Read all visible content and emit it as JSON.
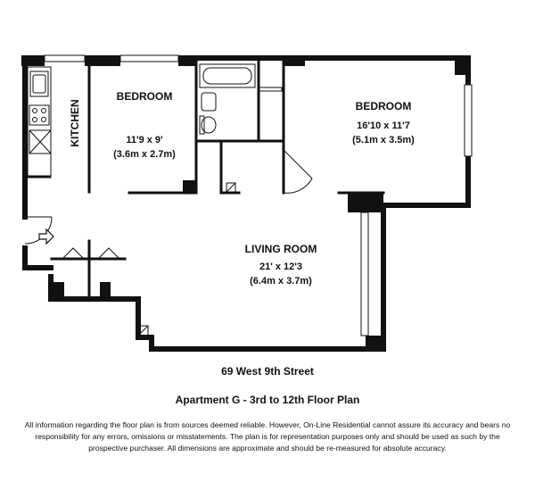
{
  "rooms": {
    "kitchen": {
      "name": "KITCHEN"
    },
    "bedroom1": {
      "name": "BEDROOM",
      "dims_ft": "11'9 x 9'",
      "dims_m": "(3.6m x 2.7m)"
    },
    "bedroom2": {
      "name": "BEDROOM",
      "dims_ft": "16'10 x 11'7",
      "dims_m": "(5.1m x 3.5m)"
    },
    "living": {
      "name": "LIVING ROOM",
      "dims_ft": "21' x 12'3",
      "dims_m": "(6.4m x 3.7m)"
    }
  },
  "address": "69 West 9th Street",
  "plan_title": "Apartment G - 3rd to 12th Floor Plan",
  "disclaimer": "All information regarding the floor plan is from sources deemed reliable.  However, On-Line Residential cannot assure its accuracy and bears no responsibility for any errors, omissions or misstatements.  The plan is for representation purposes only and should be used as such by the prospective purchaser.  All dimensions are approximate and should be re-measured for absolute accuracy.",
  "colors": {
    "wall": "#111111",
    "background": "#ffffff"
  },
  "icons": [
    "entry-arrow-icon",
    "sink-icon",
    "stove-icon",
    "refrigerator-icon",
    "bathtub-icon",
    "toilet-icon",
    "bathroom-sink-icon"
  ]
}
